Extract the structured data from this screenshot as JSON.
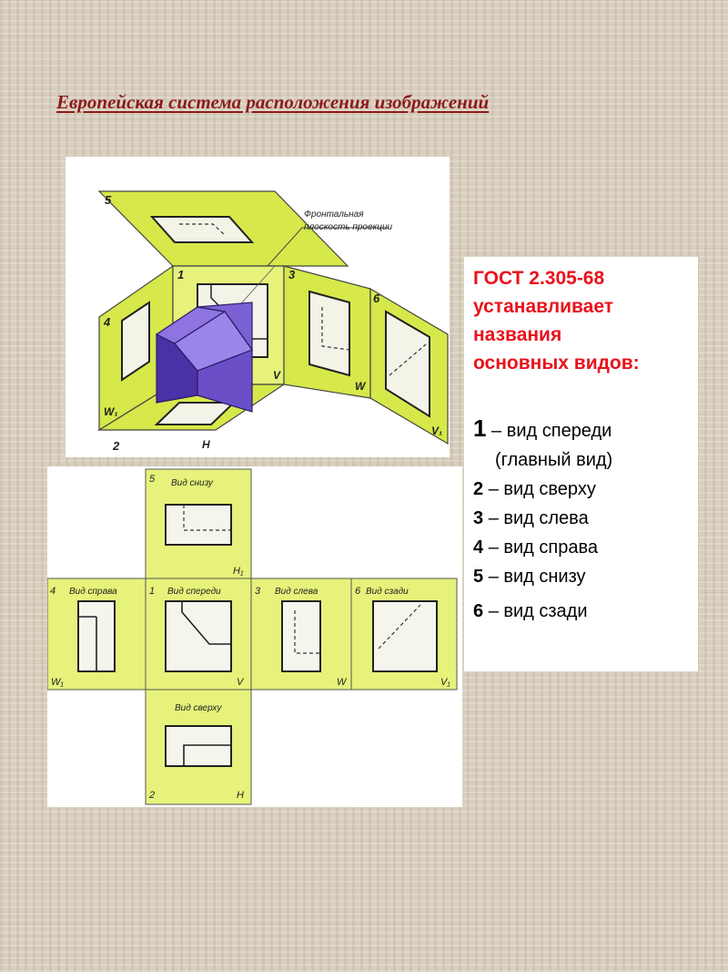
{
  "title": "Европейская система расположения изображений",
  "info": {
    "heading_lines": [
      "ГОСТ 2.305-68",
      "устанавливает",
      "названия",
      "основных видов:"
    ],
    "views": [
      {
        "num": "1",
        "label": "– вид спереди"
      },
      {
        "num": "2",
        "label": "– вид сверху"
      },
      {
        "num": "3",
        "label": "– вид слева"
      },
      {
        "num": "4",
        "label": "– вид справа"
      },
      {
        "num": "5",
        "label": "– вид снизу"
      },
      {
        "num": "6",
        "label": "– вид сзади"
      }
    ],
    "view1_sub": "(главный вид)"
  },
  "iso_diagram": {
    "annotation_lines": [
      "Фронтальная",
      "плоскость проекции"
    ],
    "plane_numbers": [
      "5",
      "1",
      "3",
      "6",
      "4",
      "2"
    ],
    "plane_letters": [
      "V",
      "W",
      "W₁",
      "V₁",
      "H"
    ]
  },
  "unfolded_diagram": {
    "views": [
      {
        "num": "5",
        "label": "Вид снизу",
        "letter": "H₁"
      },
      {
        "num": "4",
        "label": "Вид справа",
        "letter": "W₁"
      },
      {
        "num": "1",
        "label": "Вид спереди",
        "letter": "V"
      },
      {
        "num": "3",
        "label": "Вид слева",
        "letter": "W"
      },
      {
        "num": "6",
        "label": "Вид сзади",
        "letter": "V₁"
      },
      {
        "num": "",
        "label": "Вид сверху",
        "letter": "H"
      }
    ],
    "bottom_num": "2"
  },
  "colors": {
    "title": "#8b1b1b",
    "heading": "#e8131c",
    "plane_fill": "#d6e84a",
    "plane_fill_light": "#e6f27a",
    "cube": "#6a4fc7"
  }
}
